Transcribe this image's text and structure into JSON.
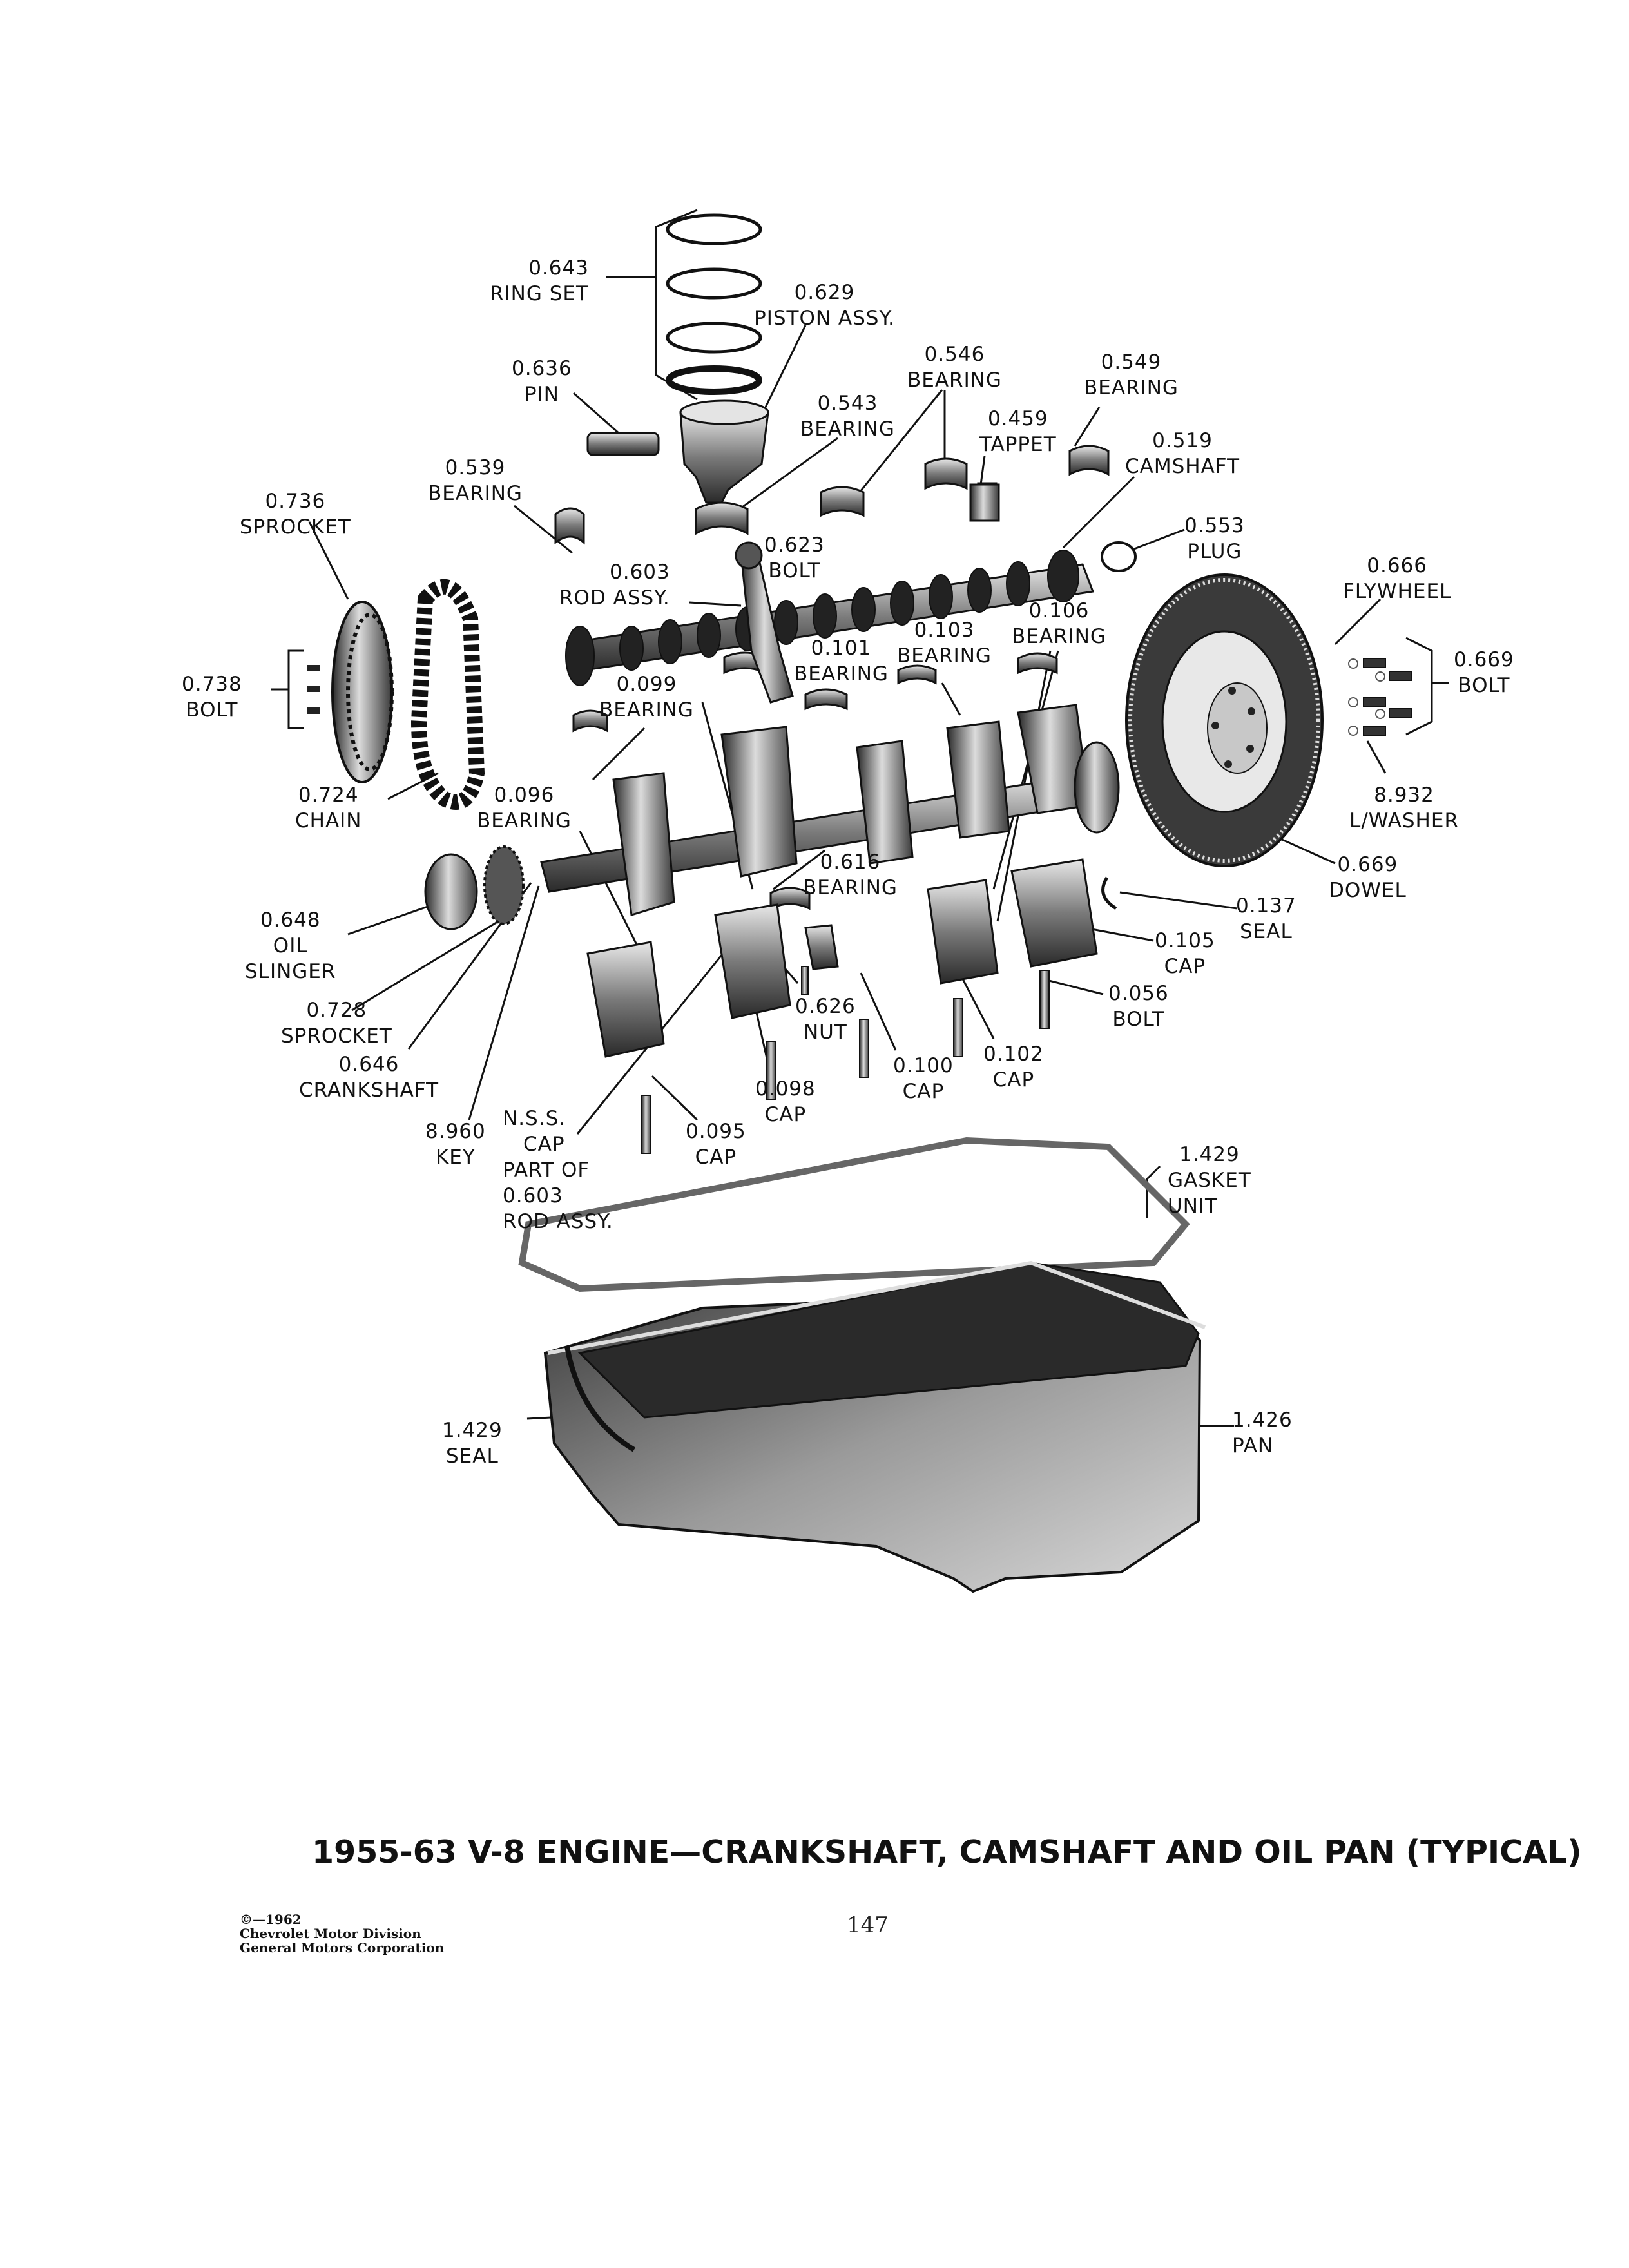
{
  "title": "1955-63 V-8 ENGINE—CRANKSHAFT, CAMSHAFT AND OIL PAN (TYPICAL)",
  "page_number": "147",
  "copyright": [
    "©—1962",
    "Chevrolet Motor Division",
    "General Motors Corporation"
  ],
  "callouts": {
    "ring_set": [
      "0.643",
      "RING SET"
    ],
    "piston_assy": [
      "0.629",
      "PISTON ASSY."
    ],
    "pin": [
      "0.636",
      "PIN"
    ],
    "bearing_546": [
      "0.546",
      "BEARING"
    ],
    "bearing_549": [
      "0.549",
      "BEARING"
    ],
    "bearing_543": [
      "0.543",
      "BEARING"
    ],
    "tappet": [
      "0.459",
      "TAPPET"
    ],
    "camshaft": [
      "0.519",
      "CAMSHAFT"
    ],
    "bearing_539": [
      "0.539",
      "BEARING"
    ],
    "plug": [
      "0.553",
      "PLUG"
    ],
    "sprocket_736": [
      "0.736",
      "SPROCKET"
    ],
    "bolt_623": [
      "0.623",
      "BOLT"
    ],
    "rod_assy": [
      "0.603",
      "ROD ASSY."
    ],
    "flywheel": [
      "0.666",
      "FLYWHEEL"
    ],
    "bearing_106": [
      "0.106",
      "BEARING"
    ],
    "bearing_103": [
      "0.103",
      "BEARING"
    ],
    "bearing_101": [
      "0.101",
      "BEARING"
    ],
    "bolt_669": [
      "0.669",
      "BOLT"
    ],
    "bolt_738": [
      "0.738",
      "BOLT"
    ],
    "bearing_099": [
      "0.099",
      "BEARING"
    ],
    "washer": [
      "8.932",
      "L/WASHER"
    ],
    "chain": [
      "0.724",
      "CHAIN"
    ],
    "bearing_096": [
      "0.096",
      "BEARING"
    ],
    "dowel": [
      "0.669",
      "DOWEL"
    ],
    "bearing_616": [
      "0.616",
      "BEARING"
    ],
    "seal_137": [
      "0.137",
      "SEAL"
    ],
    "oil_slinger": [
      "0.648",
      "OIL",
      "SLINGER"
    ],
    "cap_105": [
      "0.105",
      "CAP"
    ],
    "sprocket_728": [
      "0.728",
      "SPROCKET"
    ],
    "nut": [
      "0.626",
      "NUT"
    ],
    "bolt_056": [
      "0.056",
      "BOLT"
    ],
    "crankshaft": [
      "0.646",
      "CRANKSHAFT"
    ],
    "cap_102": [
      "0.102",
      "CAP"
    ],
    "cap_100": [
      "0.100",
      "CAP"
    ],
    "cap_098": [
      "0.098",
      "CAP"
    ],
    "key": [
      "8.960",
      "KEY"
    ],
    "nss_cap": [
      "N.S.S.",
      "CAP",
      "PART OF",
      "0.603",
      "ROD ASSY."
    ],
    "cap_095": [
      "0.095",
      "CAP"
    ],
    "gasket_unit": [
      "1.429",
      "GASKET",
      "UNIT"
    ],
    "seal_1429": [
      "1.429",
      "SEAL"
    ],
    "pan": [
      "1.426",
      "PAN"
    ]
  }
}
